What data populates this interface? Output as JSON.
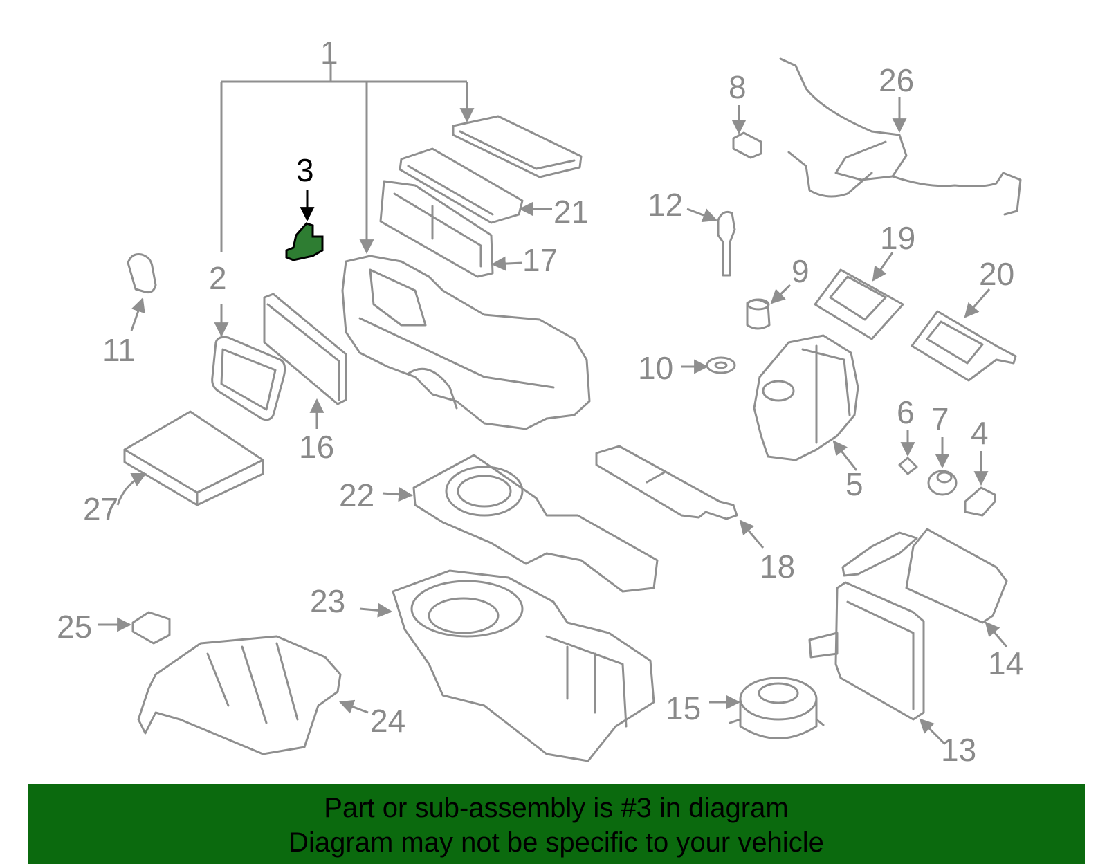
{
  "diagram": {
    "callouts": [
      "1",
      "2",
      "3",
      "4",
      "5",
      "6",
      "7",
      "8",
      "9",
      "10",
      "11",
      "12",
      "13",
      "14",
      "15",
      "16",
      "17",
      "18",
      "19",
      "20",
      "21",
      "22",
      "23",
      "24",
      "25",
      "26",
      "27"
    ],
    "highlighted_callout": "3",
    "highlight_color": "#2e7d32",
    "part_line_color": "#8f8f8f"
  },
  "banner": {
    "line1": "Part or sub-assembly is #3 in diagram",
    "line2": "Diagram may not be specific to your vehicle",
    "background_color": "#0b6a0e"
  }
}
